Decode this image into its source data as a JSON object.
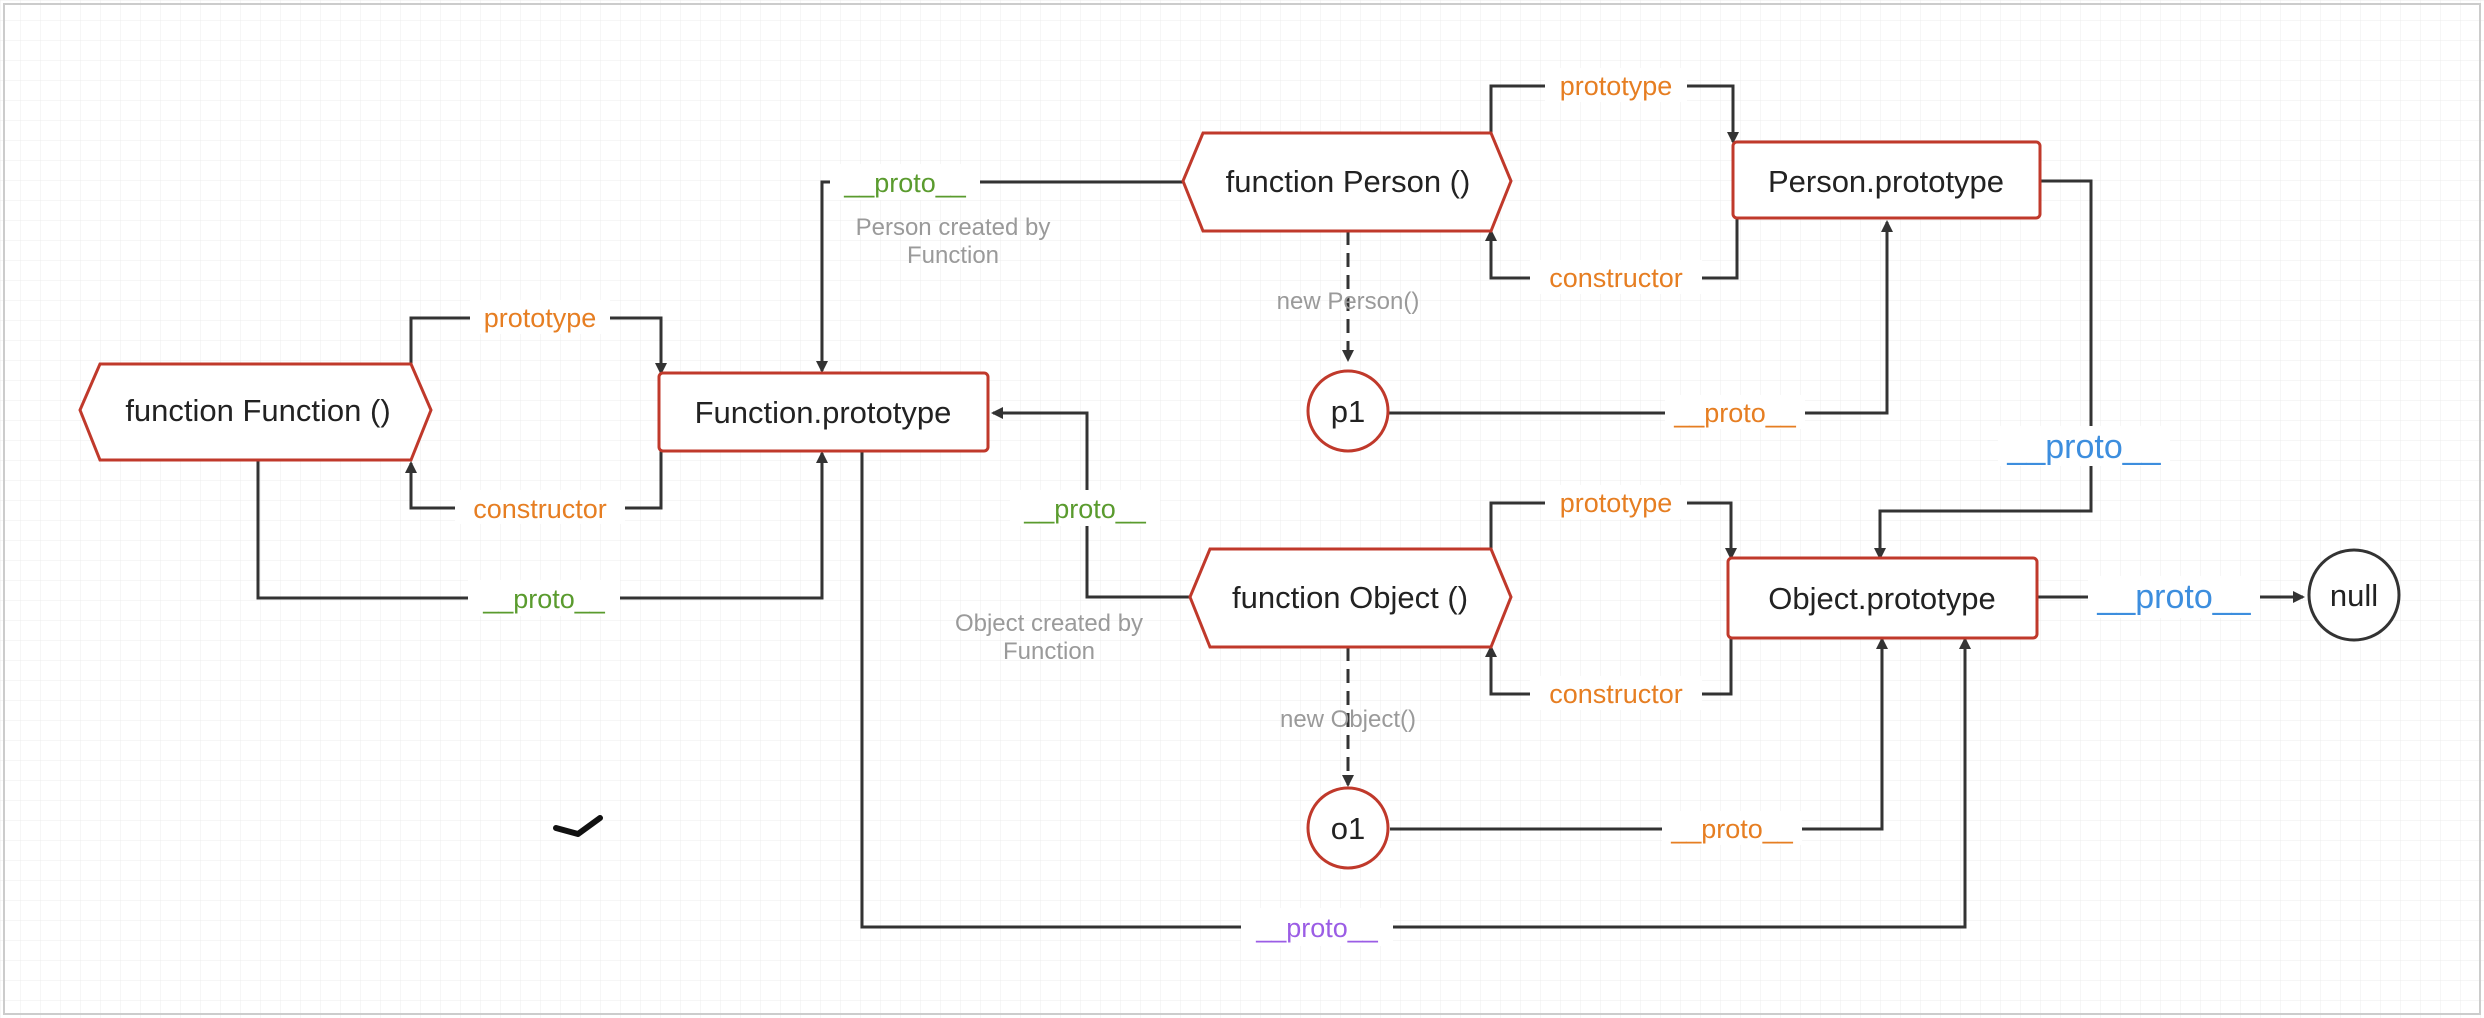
{
  "colors": {
    "node_border": "#c0392b",
    "edge": "#333333",
    "prototype_label": "#e67e22",
    "constructor_label": "#e67e22",
    "proto_green": "#5a9b2e",
    "proto_orange": "#e67e22",
    "proto_blue": "#3d8ede",
    "proto_purple": "#9b5de5",
    "note": "#9a9a9a",
    "grid": "#ececec"
  },
  "nodes": {
    "function_function": "function Function ()",
    "function_prototype": "Function.prototype",
    "function_person": "function Person ()",
    "person_prototype": "Person.prototype",
    "p1": "p1",
    "function_object": "function Object ()",
    "object_prototype": "Object.prototype",
    "o1": "o1",
    "null": "null"
  },
  "edges": {
    "prototype": "prototype",
    "constructor": "constructor",
    "proto": "__proto__",
    "new_person": "new Person()",
    "new_object": "new Object()"
  },
  "notes": {
    "person_created_line1": "Person created by",
    "person_created_line2": "Function",
    "object_created_line1": "Object created by",
    "object_created_line2": "Function"
  }
}
